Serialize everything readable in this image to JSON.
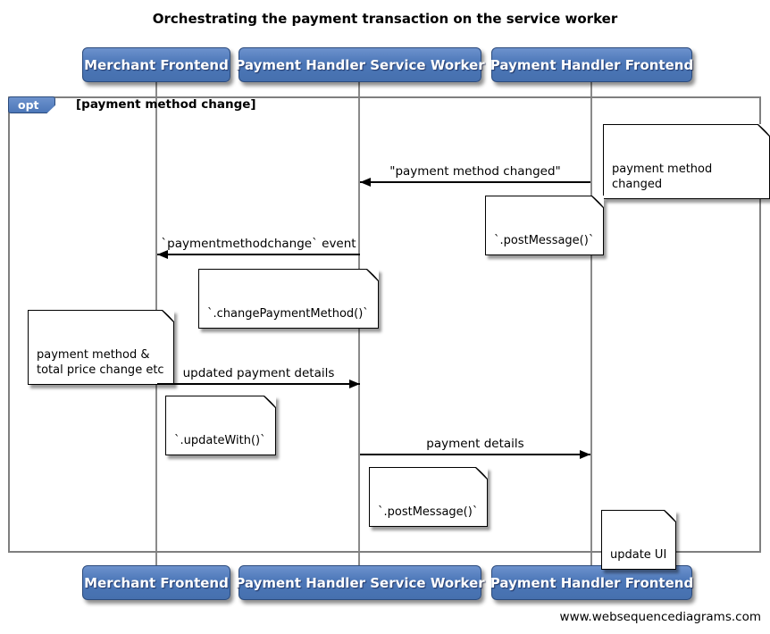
{
  "title": "Orchestrating the payment transaction on the service worker",
  "footer": "www.websequencediagrams.com",
  "colors": {
    "actor_fill": "#4c77b8",
    "actor_fill_highlight": "#6d92cd",
    "actor_border": "#2c4b7c",
    "actor_text": "#ffffff",
    "frame_border": "#7f7f7f",
    "lifeline": "#8a8a8a",
    "note_fill": "#ffffff",
    "note_border": "#000000",
    "message_line": "#000000"
  },
  "actors": [
    {
      "label": "Merchant Frontend"
    },
    {
      "label": "Payment Handler Service Worker"
    },
    {
      "label": "Payment Handler Frontend"
    }
  ],
  "frame": {
    "operator": "opt",
    "condition": "[payment method change]"
  },
  "messages": [
    {
      "label": "\"payment method changed\"",
      "from": "Payment Handler Frontend",
      "to": "Payment Handler Service Worker",
      "direction": "left"
    },
    {
      "label": "`paymentmethodchange` event",
      "from": "Payment Handler Service Worker",
      "to": "Merchant Frontend",
      "direction": "left"
    },
    {
      "label": "updated payment details",
      "from": "Merchant Frontend",
      "to": "Payment Handler Service Worker",
      "direction": "right"
    },
    {
      "label": "payment details",
      "from": "Payment Handler Service Worker",
      "to": "Payment Handler Frontend",
      "direction": "right"
    }
  ],
  "notes": [
    {
      "text": "payment method changed",
      "over": "Payment Handler Frontend"
    },
    {
      "text": "`.postMessage()`",
      "over": "Payment Handler Frontend"
    },
    {
      "text": "`.changePaymentMethod()`",
      "over": "Payment Handler Service Worker"
    },
    {
      "text": "payment method &\ntotal price change etc",
      "over": "Merchant Frontend"
    },
    {
      "text": "`.updateWith()`",
      "over": "Merchant Frontend"
    },
    {
      "text": "`.postMessage()`",
      "over": "Payment Handler Service Worker"
    },
    {
      "text": "update UI",
      "over": "Payment Handler Frontend"
    }
  ]
}
